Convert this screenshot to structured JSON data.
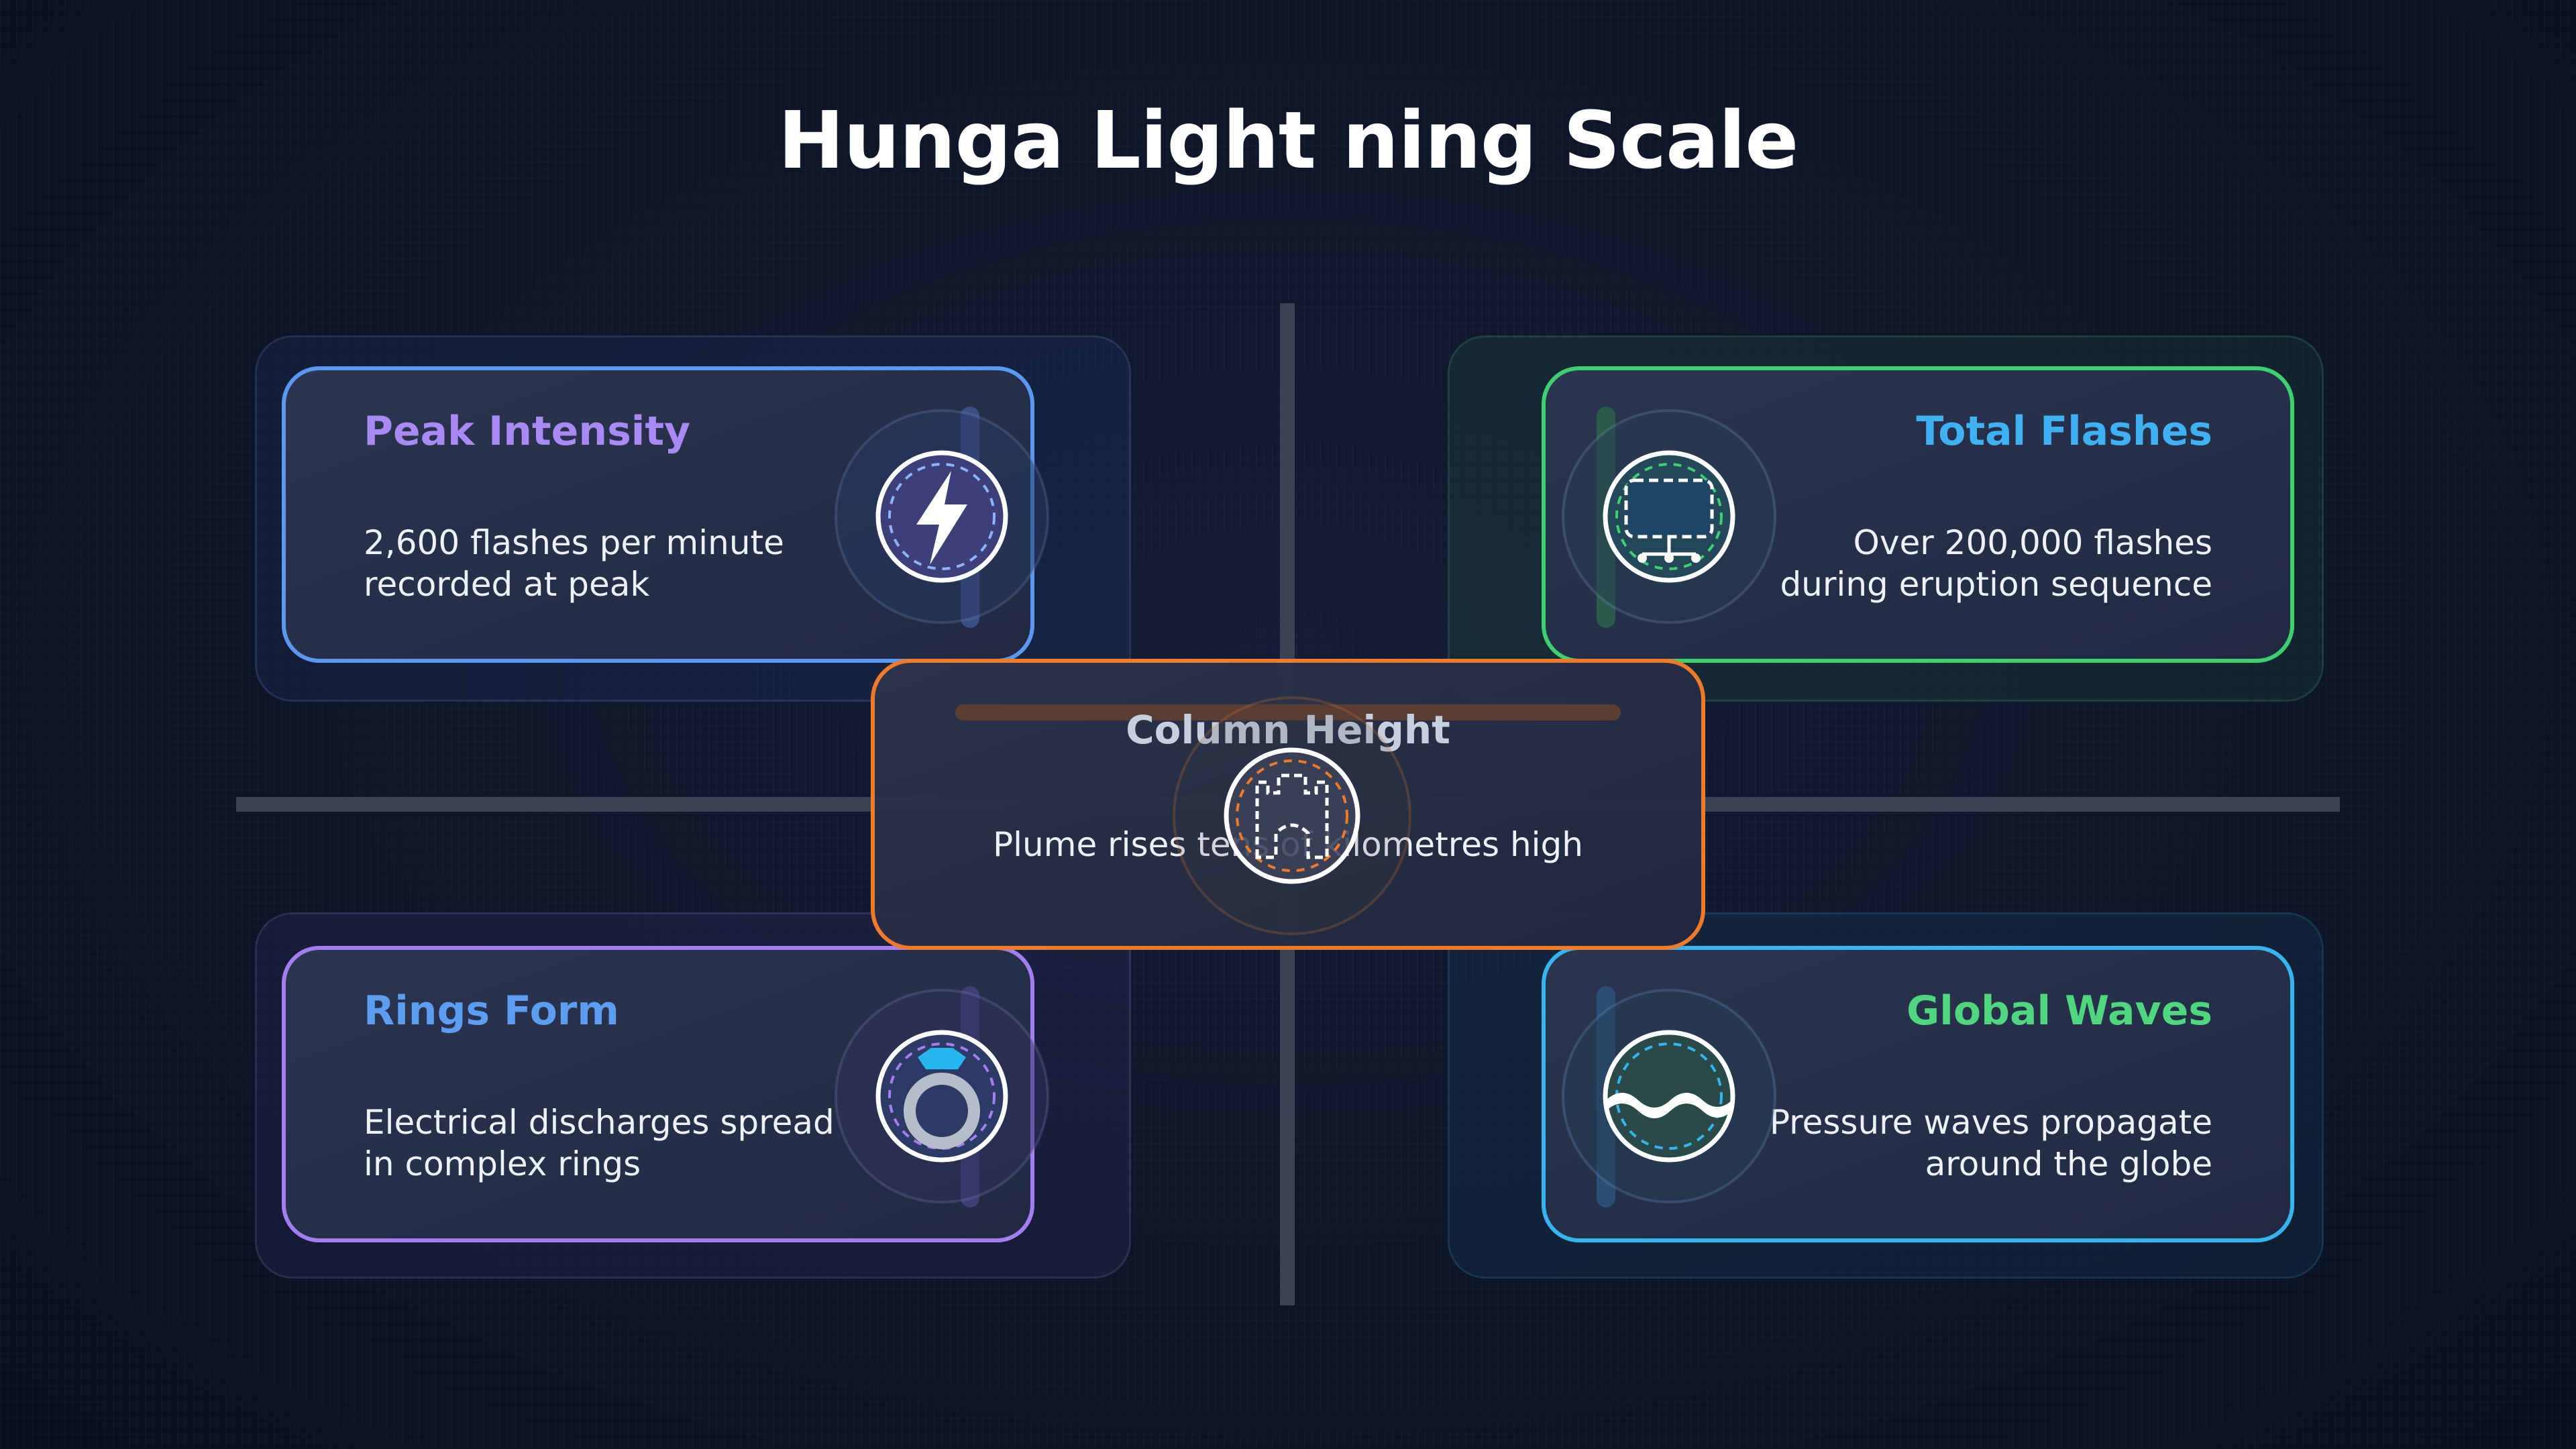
{
  "title": "Hunga Light ning Scale",
  "cards": {
    "peak": {
      "title": "Peak Intensity",
      "body_line1": "2,600 flashes per minute",
      "body_line2": "recorded at peak",
      "icon": "lightning-bolt-icon",
      "accent": "#a989f4",
      "border": "#5a98f2"
    },
    "total": {
      "title": "Total Flashes",
      "body_line1": "Over 200,000 flashes",
      "body_line2": "during eruption sequence",
      "icon": "network-device-icon",
      "accent": "#3fb1f2",
      "border": "#3ecf70"
    },
    "rings": {
      "title": "Rings Form",
      "body_line1": "Electrical discharges spread",
      "body_line2": "in complex rings",
      "icon": "ring-icon",
      "accent": "#5c9df2",
      "border": "#a27ff0"
    },
    "waves": {
      "title": "Global Waves",
      "body_line1": "Pressure waves propagate",
      "body_line2": "around the globe",
      "icon": "wave-icon",
      "accent": "#4fd67e",
      "border": "#36b4ef"
    },
    "column": {
      "title": "Column Height",
      "body": "Plume rises tens of kilometres high",
      "icon": "tower-icon",
      "border": "#ee7a2a"
    }
  }
}
